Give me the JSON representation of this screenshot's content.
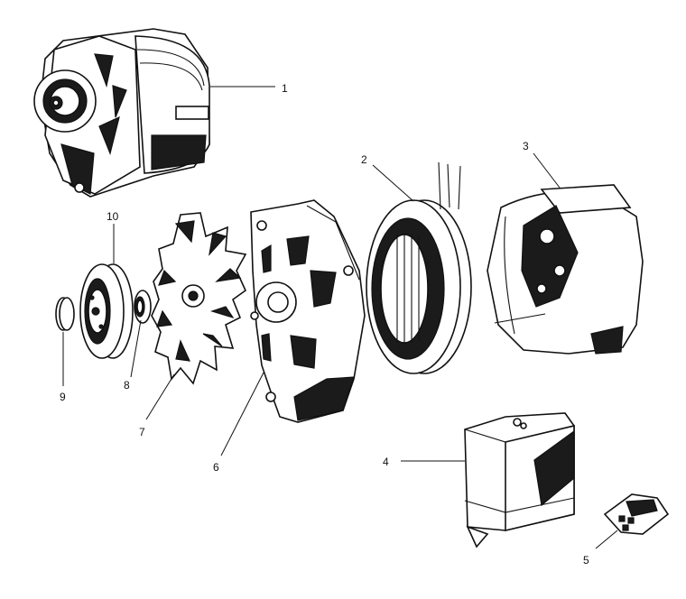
{
  "figure": {
    "callouts": {
      "1": "1",
      "2": "2",
      "3": "3",
      "4": "4",
      "5": "5",
      "6": "6",
      "7": "7",
      "8": "8",
      "9": "9",
      "10": "10"
    }
  }
}
